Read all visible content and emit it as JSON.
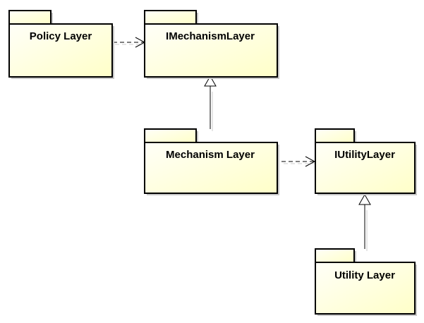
{
  "diagram": {
    "type": "uml-package-diagram",
    "packages": [
      {
        "id": "policy",
        "label": "Policy Layer"
      },
      {
        "id": "imechanism",
        "label": "IMechanismLayer"
      },
      {
        "id": "mechanism",
        "label": "Mechanism Layer"
      },
      {
        "id": "iutility",
        "label": "IUtilityLayer"
      },
      {
        "id": "utility",
        "label": "Utility Layer"
      }
    ],
    "relations": [
      {
        "from": "policy",
        "to": "imechanism",
        "kind": "dependency"
      },
      {
        "from": "mechanism",
        "to": "imechanism",
        "kind": "generalization"
      },
      {
        "from": "mechanism",
        "to": "iutility",
        "kind": "dependency"
      },
      {
        "from": "utility",
        "to": "iutility",
        "kind": "generalization"
      }
    ]
  },
  "colors": {
    "package_fill": "#ffffc0",
    "package_gradient_end": "#fffff0",
    "stroke": "#000000",
    "shadow": "#c8c8c8"
  }
}
